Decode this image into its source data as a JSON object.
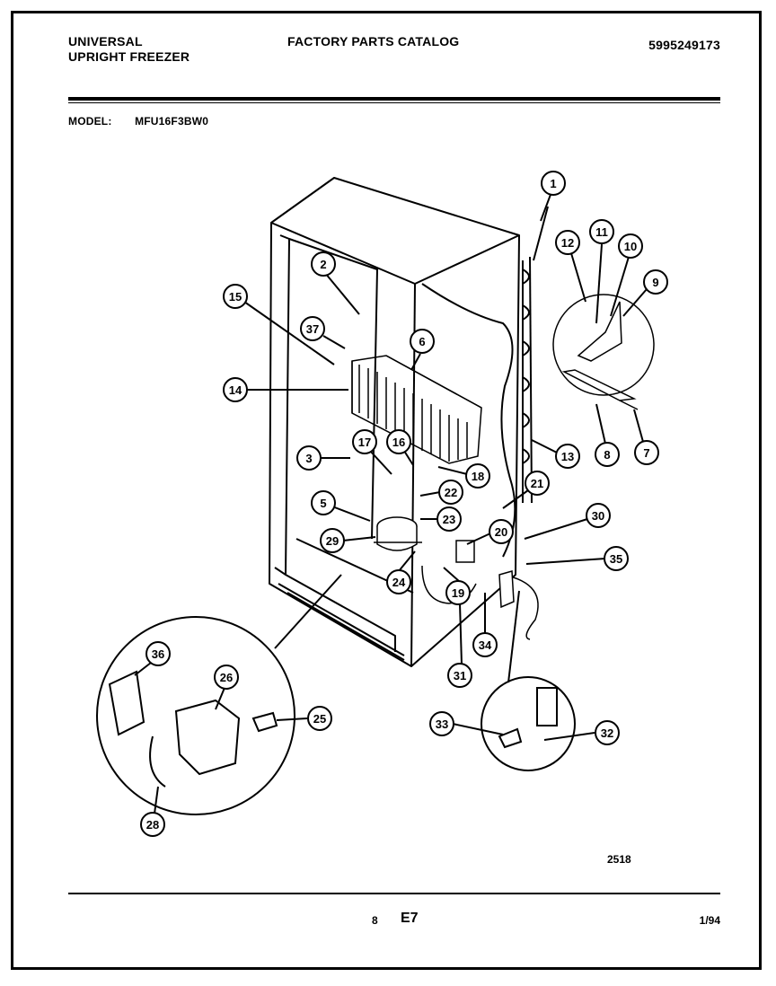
{
  "header": {
    "brand_line1": "UNIVERSAL",
    "brand_line2": "UPRIGHT FREEZER",
    "catalog_title": "FACTORY PARTS CATALOG",
    "catalog_number": "5995249173"
  },
  "model": {
    "label": "MODEL:",
    "value": "MFU16F3BW0"
  },
  "callouts": [
    "1",
    "2",
    "3",
    "5",
    "6",
    "7",
    "8",
    "9",
    "10",
    "11",
    "12",
    "13",
    "14",
    "15",
    "16",
    "17",
    "18",
    "19",
    "20",
    "21",
    "22",
    "23",
    "24",
    "25",
    "26",
    "28",
    "29",
    "30",
    "31",
    "32",
    "33",
    "34",
    "35",
    "36",
    "37"
  ],
  "footer": {
    "drawing_ref": "2518",
    "page_number": "8",
    "section": "E7",
    "date": "1/94"
  },
  "colors": {
    "ink": "#000000",
    "paper": "#ffffff"
  }
}
